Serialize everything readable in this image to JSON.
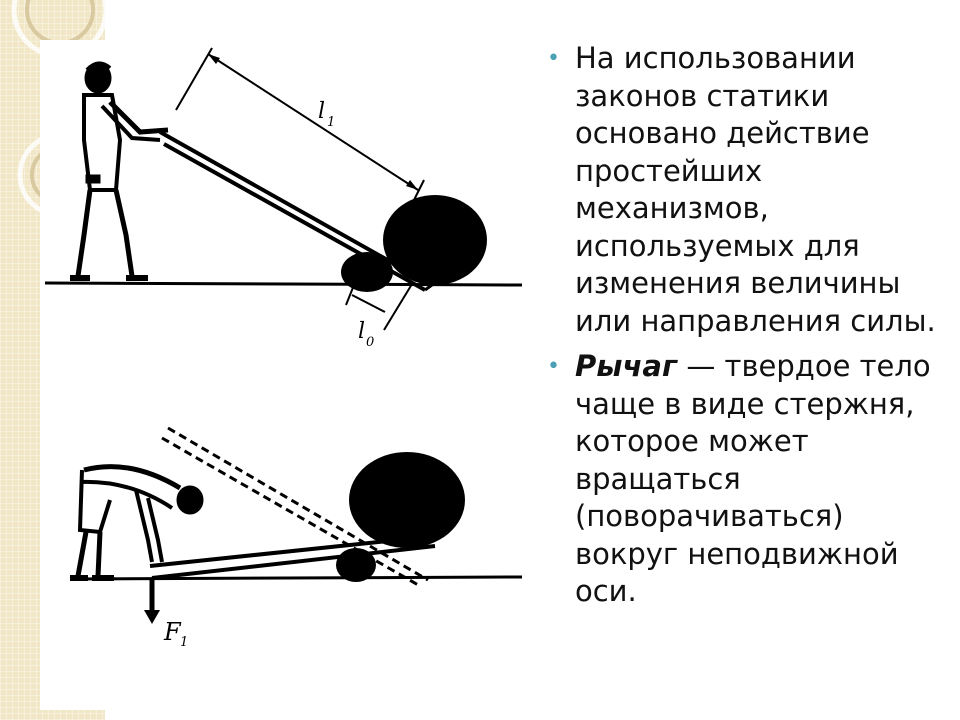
{
  "bullets": [
    {
      "text": "На использовании законов статики основано действие простейших механизмов, используемых для изменения величины или направления силы."
    },
    {
      "term": "Рычаг",
      "text": " — твердое тело чаще в виде стержня, которое может вращаться (поворачиваться) вокруг неподвижной оси."
    }
  ],
  "figure": {
    "label_l1": "l",
    "label_l1_sub": "1",
    "label_l0": "l",
    "label_l0_sub": "0",
    "label_f1": "F",
    "label_f1_sub": "1"
  },
  "colors": {
    "bullet": "#4aa0b5",
    "strip": "#f1e6c6"
  }
}
